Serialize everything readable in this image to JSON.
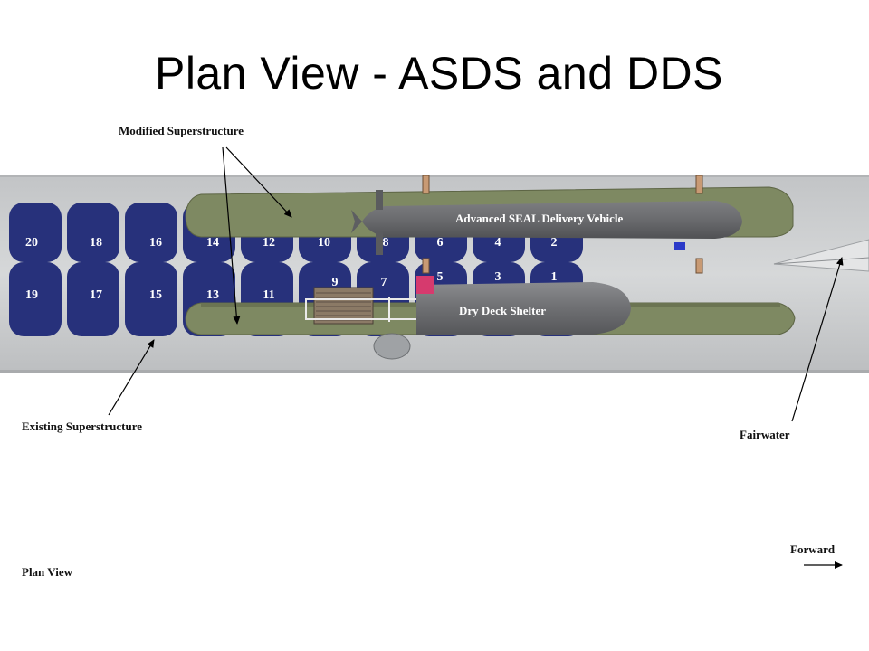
{
  "title": "Plan View - ASDS and DDS",
  "labels": {
    "modified_superstructure": "Modified Superstructure",
    "existing_superstructure": "Existing Superstructure",
    "fairwater": "Fairwater",
    "forward": "Forward",
    "plan_view": "Plan View",
    "asds": "Advanced SEAL Delivery Vehicle",
    "dds": "Dry Deck Shelter"
  },
  "tubes": {
    "upper_row": [
      "20",
      "18",
      "16",
      "14",
      "12",
      "10",
      "8",
      "6",
      "4",
      "2"
    ],
    "lower_row": [
      "19",
      "17",
      "15",
      "13",
      "11",
      "9",
      "7",
      "5",
      "3",
      "1"
    ]
  },
  "colors": {
    "hull": "#c9cbcd",
    "superstructure": "#7e8962",
    "tube": "#27317b",
    "vehicle": "#6f7073",
    "marker": "#d63a6e"
  }
}
